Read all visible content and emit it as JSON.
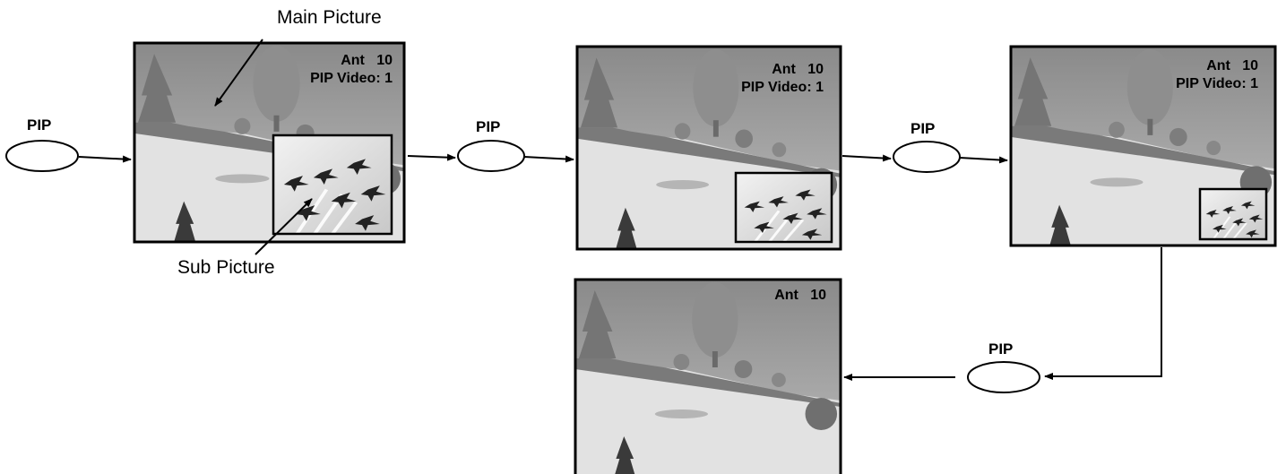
{
  "labels": {
    "main_picture": "Main Picture",
    "sub_picture": "Sub Picture",
    "pip_button": "PIP"
  },
  "screens": [
    {
      "osd_line1": "Ant   10",
      "osd_line2": "PIP Video: 1",
      "sub_picture_size": "large"
    },
    {
      "osd_line1": "Ant   10",
      "osd_line2": "PIP Video: 1",
      "sub_picture_size": "medium"
    },
    {
      "osd_line1": "Ant   10",
      "osd_line2": "PIP Video: 1",
      "sub_picture_size": "small"
    },
    {
      "osd_line1": "Ant   10",
      "osd_line2": "",
      "sub_picture_size": "none"
    }
  ],
  "colors": {
    "frame": "#000000",
    "sky": "#9c9c9c",
    "snow": "#dcdcdc",
    "tree": "#6e6e6e"
  }
}
